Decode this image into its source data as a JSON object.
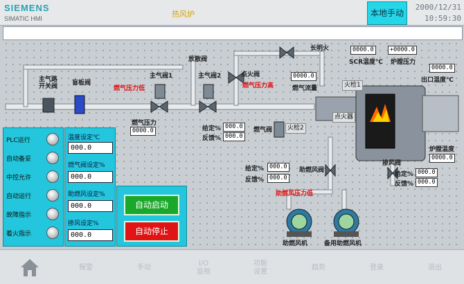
{
  "header": {
    "brand": "SIEMENS",
    "product": "SIMATIC HMI",
    "screen_title": "热风炉",
    "mode_button": "本地手动",
    "date": "2000/12/31",
    "time": "10:59:30"
  },
  "process": {
    "labels": {
      "main_gas_switch": "主气路\n开关阀",
      "blind_valve": "盲板阀",
      "vent_valve": "放散阀",
      "main_valve_1": "主气阀1",
      "main_valve_2": "主气阀2",
      "ignition_valve": "点火阀",
      "pilot_flame": "长明火",
      "gas_pressure_low": "燃气压力低",
      "gas_pressure_high": "燃气压力高",
      "gas_flow": "燃气流量",
      "gas_pressure": "燃气压力",
      "gas_valve": "燃气阀",
      "given_pct_1": "给定%",
      "feedback_pct_1": "反馈%",
      "fire_detector_1": "火检1",
      "fire_detector_2": "火检2",
      "igniter": "点火器",
      "scr_temp": "SCR温度℃",
      "furnace_pressure": "炉膛压力",
      "outlet_temp": "出口温度℃",
      "furnace_temp": "炉膛温度",
      "damper_valve": "掺风阀",
      "given_pct_2": "给定%",
      "feedback_pct_2": "反馈%",
      "combustion_fan_valve": "助燃风阀",
      "given_pct_3": "给定%",
      "feedback_pct_3": "反馈%",
      "combustion_air_pressure_low": "助燃风压力低",
      "combustion_fan": "助燃风机",
      "standby_combustion_fan": "备用助燃风机"
    },
    "values": {
      "gas_flow": "0000.0",
      "gas_pressure": "0000.0",
      "gas_valve_given": "000.0",
      "gas_valve_feedback": "000.0",
      "scr_temp": "0000.0",
      "furnace_pressure": "+0000.0",
      "outlet_temp": "0000.0",
      "furnace_temp": "0000.0",
      "damper_given": "000.0",
      "damper_feedback": "000.0",
      "fan_valve_given": "000.0",
      "fan_valve_feedback": "000.0"
    }
  },
  "status_panel": {
    "items": [
      "PLC运行",
      "自动备妥",
      "中控允许",
      "自动运行",
      "故障指示",
      "着火指示"
    ]
  },
  "setpoints": [
    {
      "label": "温度设定℃",
      "value": "000.0"
    },
    {
      "label": "燃气阀设定%",
      "value": "000.0"
    },
    {
      "label": "助燃风设定%",
      "value": "000.0"
    },
    {
      "label": "掺风设定%",
      "value": "000.0"
    }
  ],
  "controls": {
    "start": "自动启动",
    "stop": "自动停止"
  },
  "nav": {
    "items": [
      "报警",
      "手动",
      "I/O\n监视",
      "功能\n设置",
      "趋势",
      "登录",
      "退出"
    ]
  },
  "colors": {
    "panel_cyan": "#23c6dc",
    "start_green": "#1aa82a",
    "stop_red": "#e01414",
    "alarm_text": "#e01010"
  }
}
